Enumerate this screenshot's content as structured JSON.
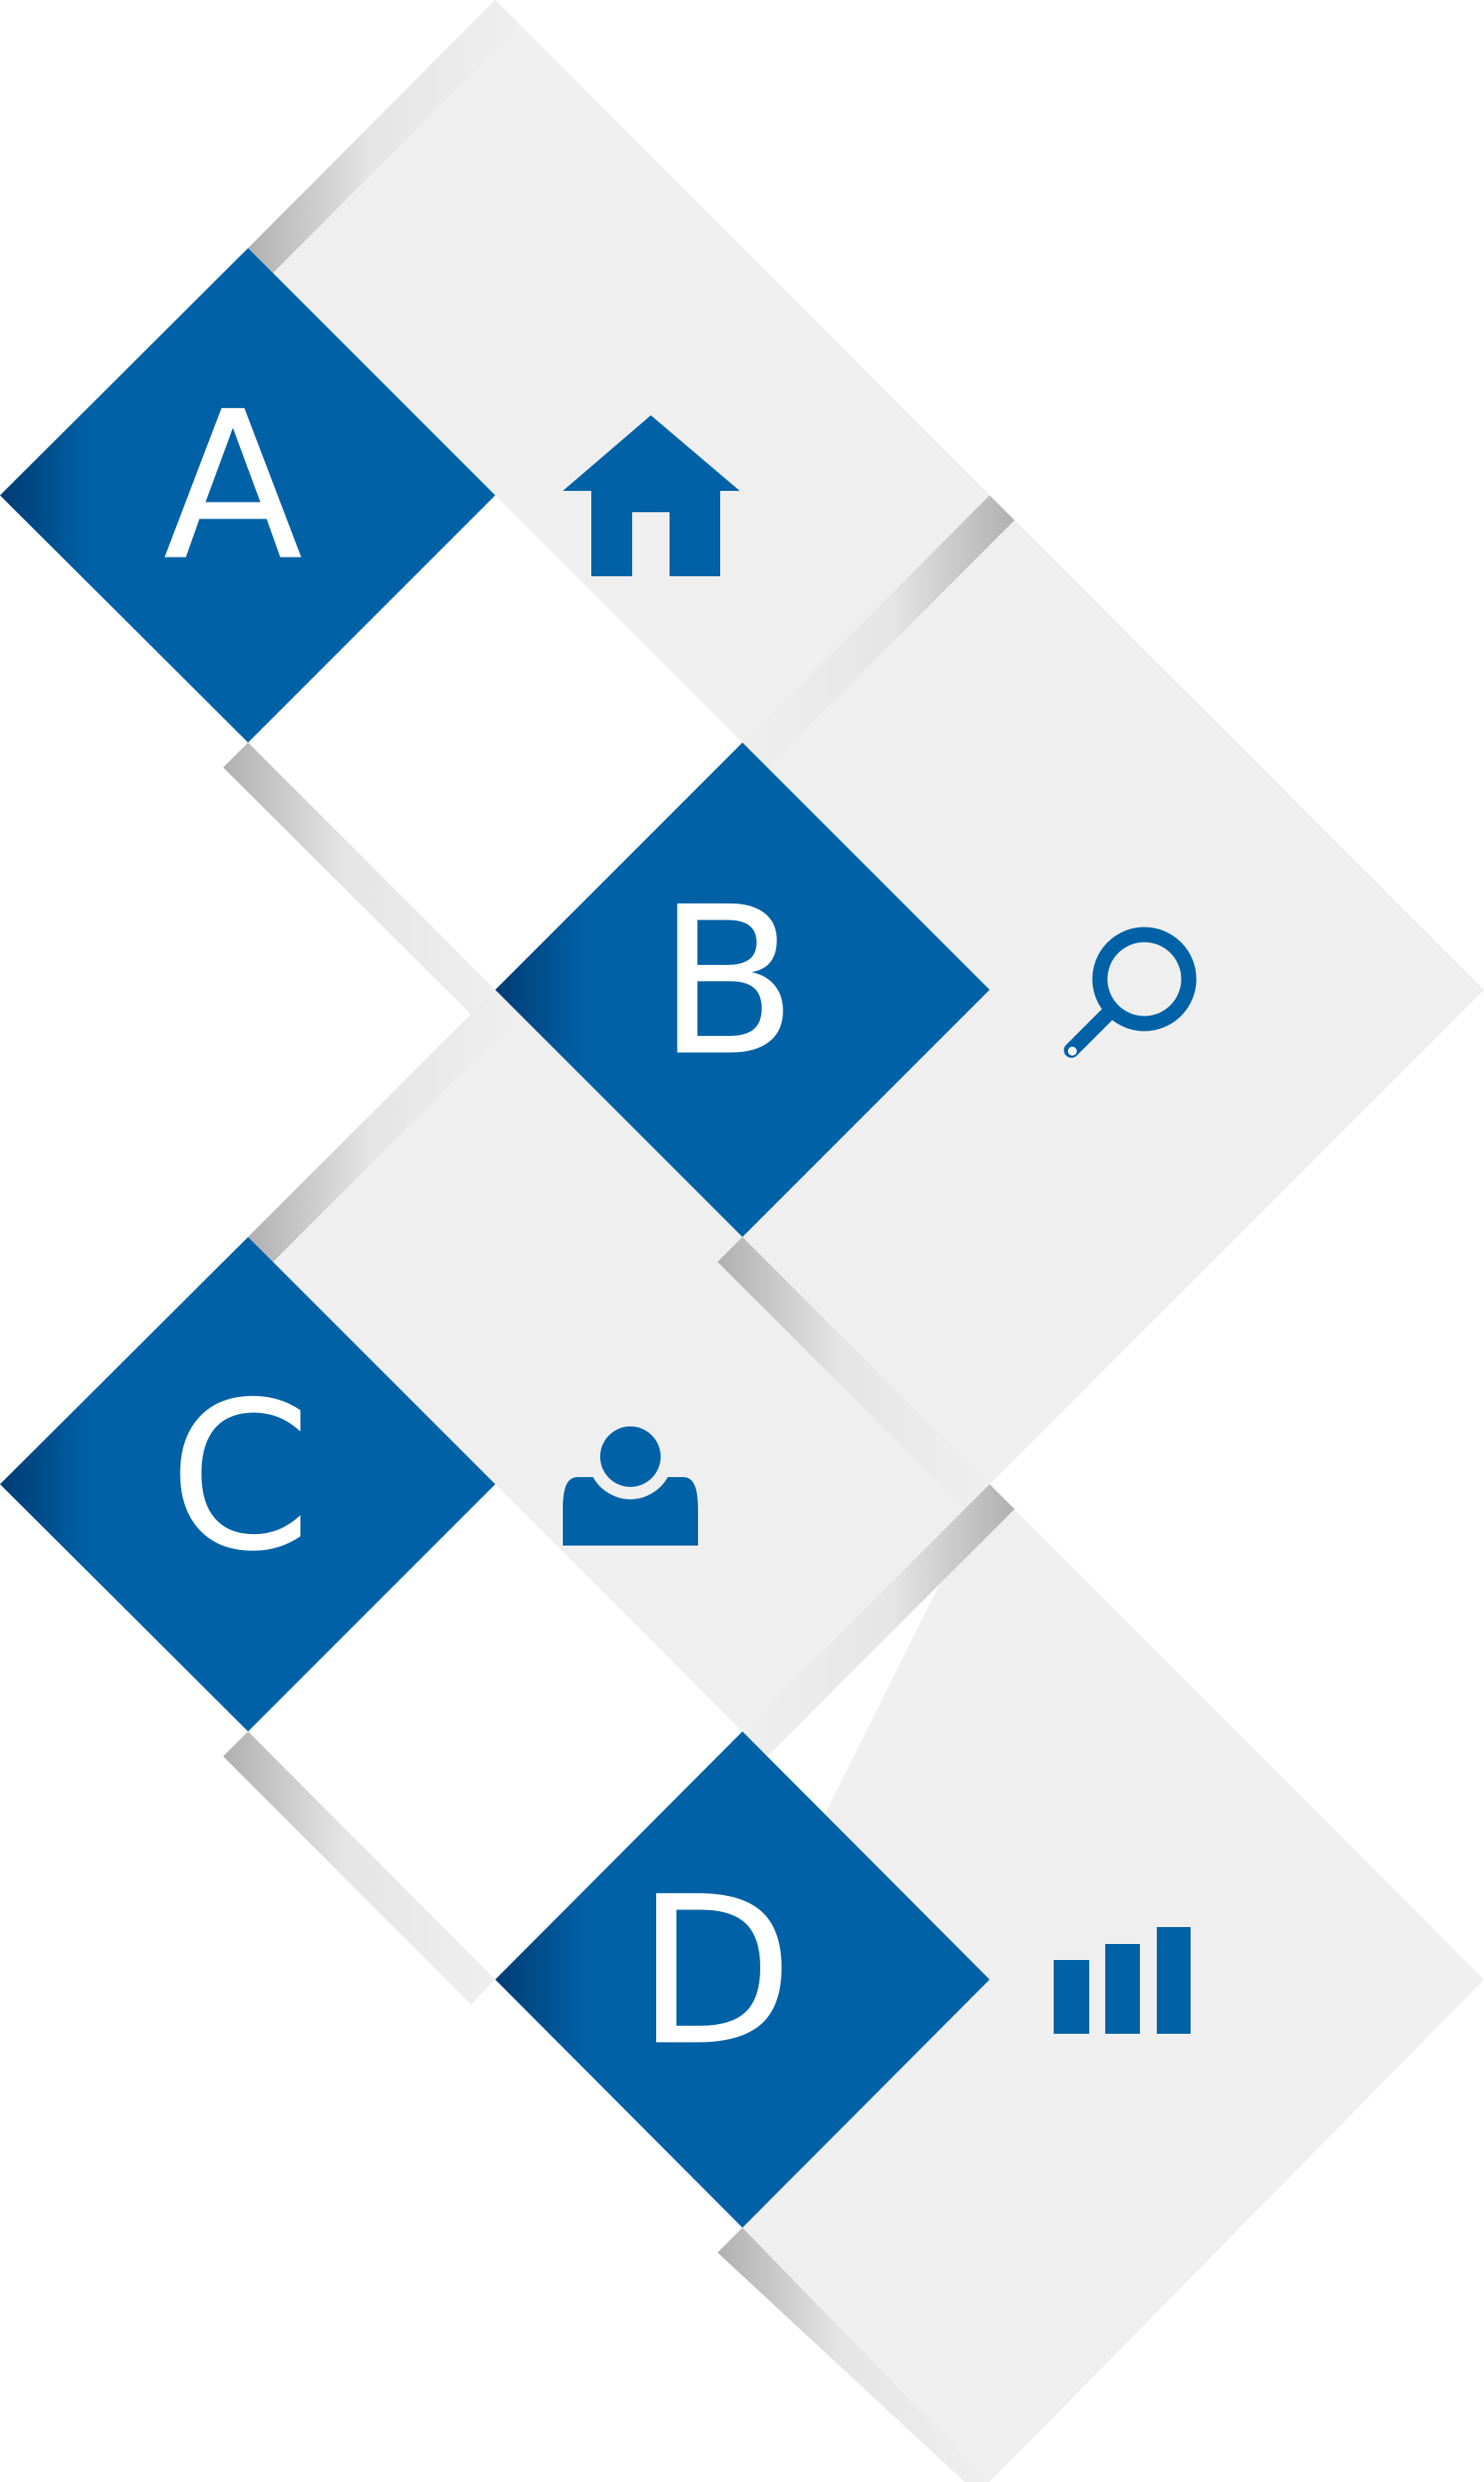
{
  "steps": [
    {
      "letter": "A",
      "icon": "home-icon"
    },
    {
      "letter": "B",
      "icon": "search-icon"
    },
    {
      "letter": "C",
      "icon": "user-icon"
    },
    {
      "letter": "D",
      "icon": "bar-chart-icon"
    }
  ],
  "colors": {
    "blue": "#0061a6",
    "dark_blue": "#003b73",
    "panel": "#efefef",
    "shadow": "#b2b2b2",
    "letter": "#ffffff"
  }
}
